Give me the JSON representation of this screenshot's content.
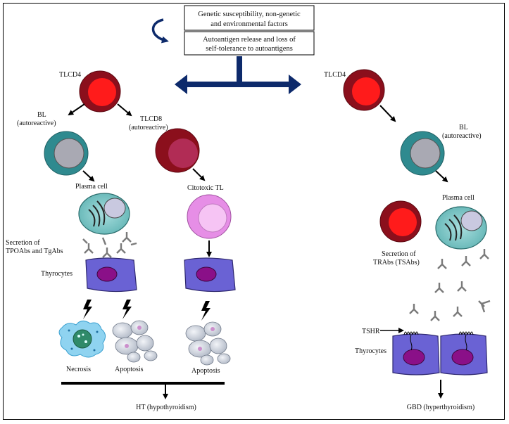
{
  "top_boxes": {
    "box1_line1": "Genetic susceptibility, non-genetic",
    "box1_line2": "and environmental factors",
    "box2_line1": "Autoantigen release and loss of",
    "box2_line2": "self-tolerance to autoantigens"
  },
  "left": {
    "tlcd4": "TLCD4",
    "bl_line1": "BL",
    "bl_line2": "(autoreactive)",
    "tlcd8_line1": "TLCD8",
    "tlcd8_line2": "(autoreactive)",
    "plasma_cell": "Plasma cell",
    "cytotoxic_tl": "Citotoxic TL",
    "secretion_line1": "Secretion of",
    "secretion_line2": "TPOAbs and TgAbs",
    "thyrocytes": "Thyrocytes",
    "necrosis": "Necrosis",
    "apoptosis1": "Apoptosis",
    "apoptosis2": "Apoptosis",
    "outcome": "HT (hypothyroidism)"
  },
  "right": {
    "tlcd4": "TLCD4",
    "bl_line1": "BL",
    "bl_line2": "(autoreactive)",
    "plasma_cell": "Plasma cell",
    "secretion_line1": "Secretion of",
    "secretion_line2": "TRAbs (TSAbs)",
    "tshr": "TSHR",
    "thyrocytes": "Thyrocytes",
    "outcome": "GBD (hyperthyroidism)"
  },
  "colors": {
    "tcell_outer": "#8b0f1c",
    "tcell_inner": "#ff1b1b",
    "bcell_outer": "#2f8a8f",
    "bcell_inner": "#a9a9b3",
    "thyrocyte": "#6a62d4",
    "thyrocyte_nucleus": "#8a1088",
    "cytotoxic_outer": "#e68ee6",
    "cytotoxic_inner": "#f6c4f4",
    "arrow_blue": "#0d2a6b"
  }
}
